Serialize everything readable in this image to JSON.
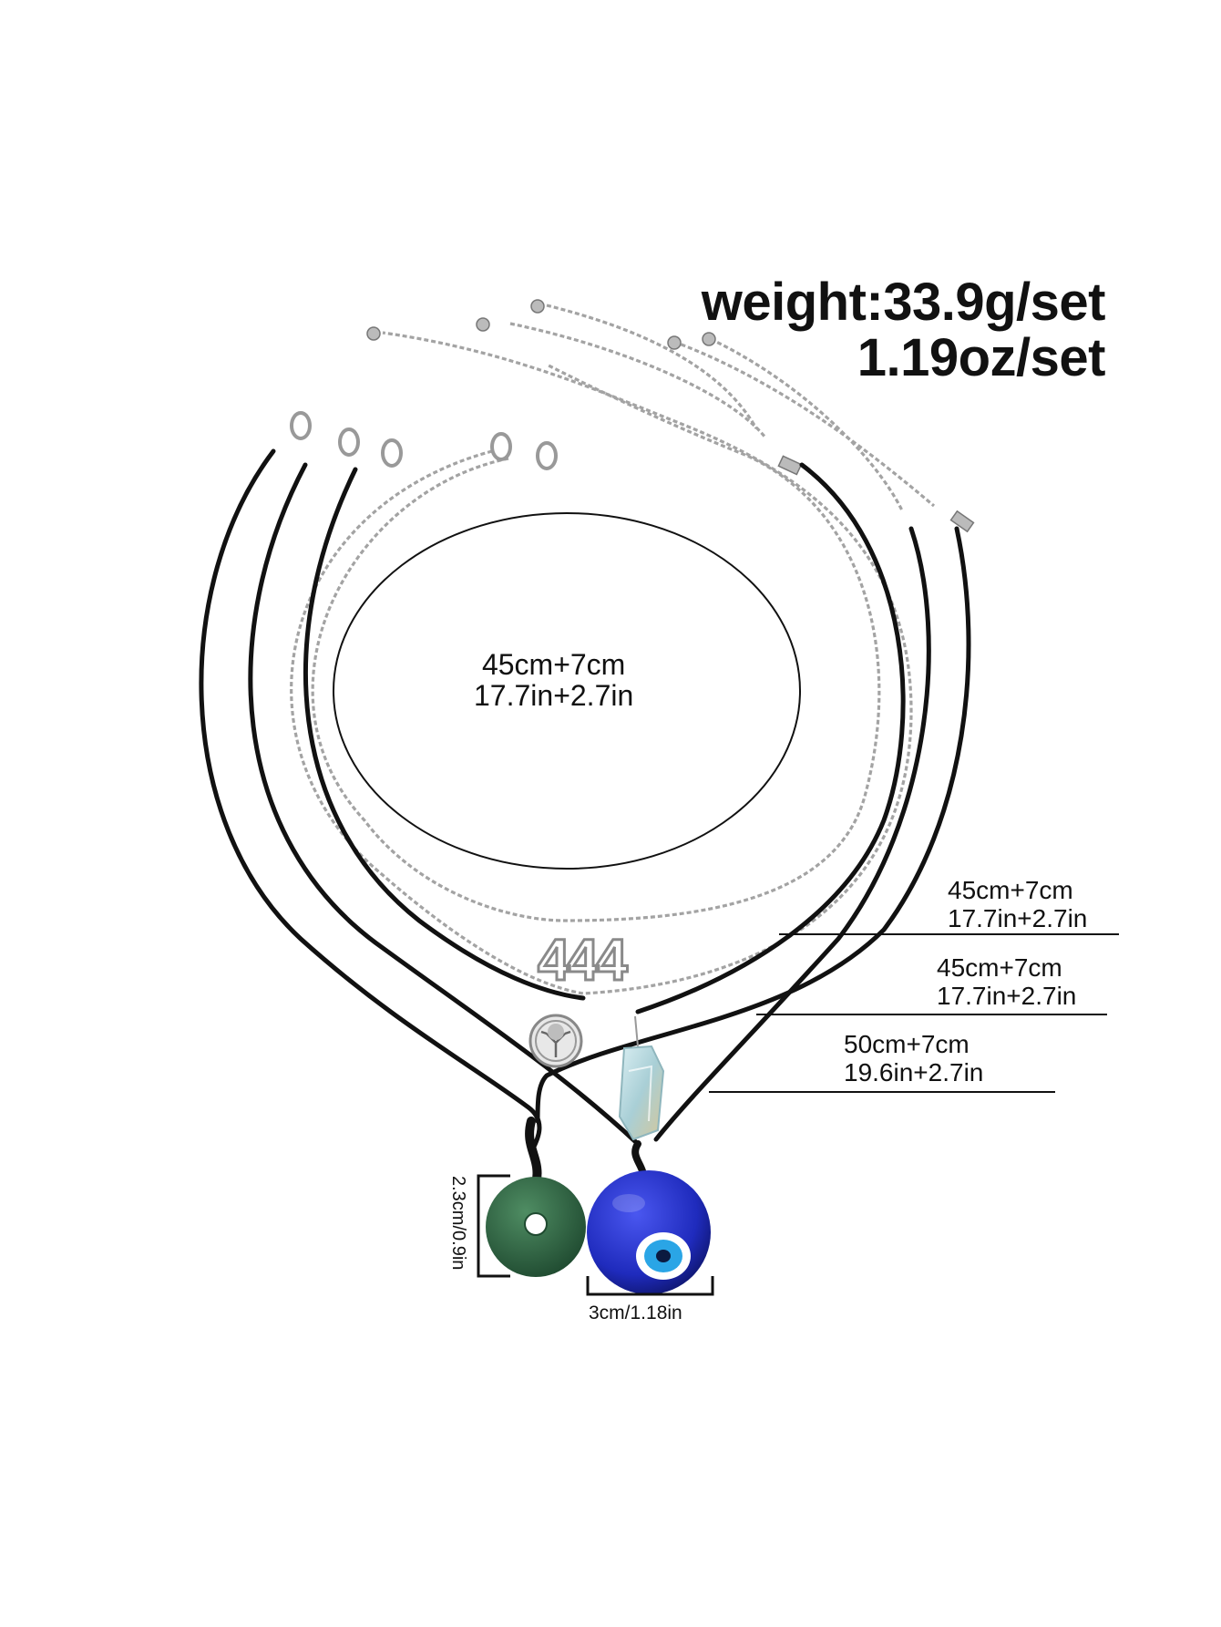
{
  "weight": {
    "line1": "weight:33.9g/set",
    "line2": "1.19oz/set"
  },
  "center_label": {
    "cm": "45cm+7cm",
    "inch": "17.7in+2.7in"
  },
  "length_labels": [
    {
      "cm": "45cm+7cm",
      "inch": "17.7in+2.7in"
    },
    {
      "cm": "45cm+7cm",
      "inch": "17.7in+2.7in"
    },
    {
      "cm": "50cm+7cm",
      "inch": "19.6in+2.7in"
    }
  ],
  "pendant_dimensions": {
    "height": "2.3cm/0.9in",
    "width": "3cm/1.18in"
  },
  "number_pendant_text": "444",
  "colors": {
    "cord": "#111111",
    "chain": "#9a9a9a",
    "jade": "#2f6b46",
    "evil_eye_blue": "#1f2bbd",
    "crystal": "#a9cfd6"
  },
  "icons": {
    "tree_pendant": "tree-of-life-icon",
    "eye_pendant": "evil-eye-icon"
  }
}
